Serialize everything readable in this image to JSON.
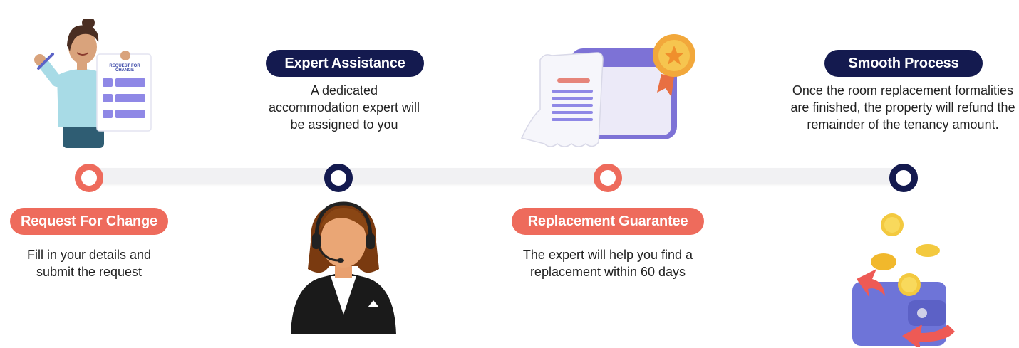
{
  "steps": [
    {
      "title": "Request For Change",
      "description": "Fill in your details and submit the request"
    },
    {
      "title": "Expert Assistance",
      "description": "A dedicated accommodation expert will be assigned to you"
    },
    {
      "title": "Replacement Guarantee",
      "description": "The expert will help you find a replacement within 60 days"
    },
    {
      "title": "Smooth Process",
      "description": "Once the room replacement formalities are finished, the property will refund the remainder of the tenancy amount."
    }
  ],
  "illustrations": {
    "form_heading": "REQUEST FOR CHANGE"
  },
  "colors": {
    "coral": "#ee6b5c",
    "navy": "#141a4f",
    "track": "#f1f1f3"
  }
}
